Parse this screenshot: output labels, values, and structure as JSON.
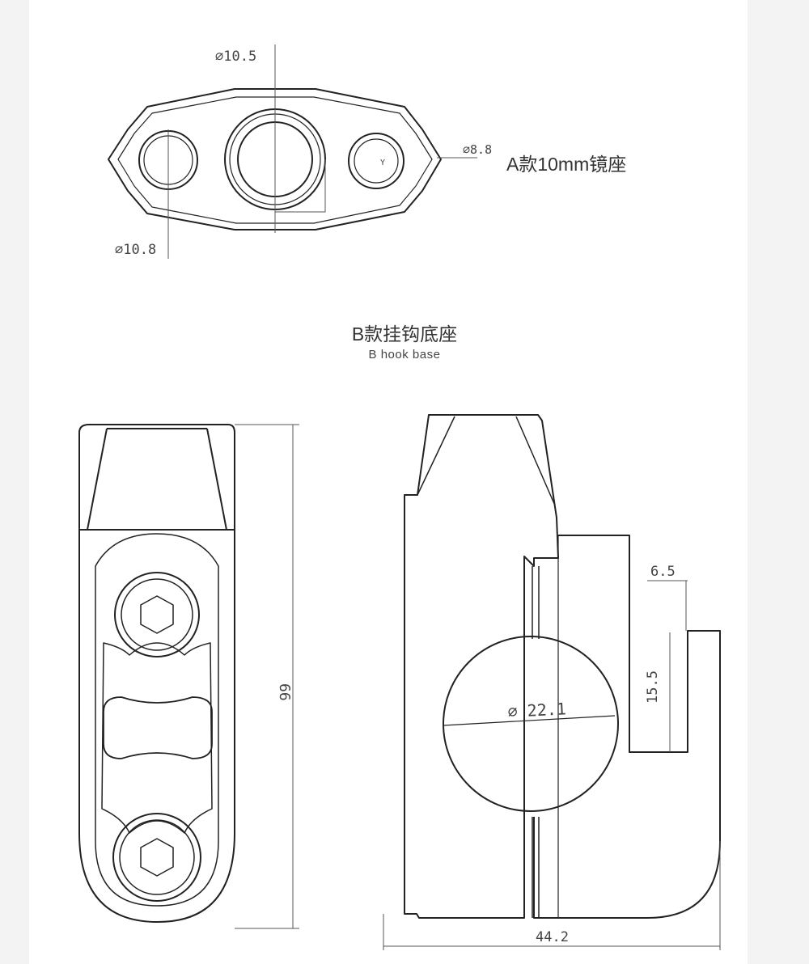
{
  "variant_a": {
    "title": "A款10mm镜座",
    "dims": {
      "center_hole": "∅10.5",
      "left_hole": "∅10.8",
      "right_hole": "∅8.8",
      "axis": "Y"
    }
  },
  "variant_b": {
    "title_cn": "B款挂钩底座",
    "title_en": "B hook base",
    "dims": {
      "height": "66",
      "clamp": "∅ 22.1",
      "hook_width": "6.5",
      "hook_depth": "15.5",
      "width": "44.2"
    }
  },
  "colors": {
    "line": "#222222",
    "dim_line": "#555555",
    "background": "#ffffff"
  }
}
